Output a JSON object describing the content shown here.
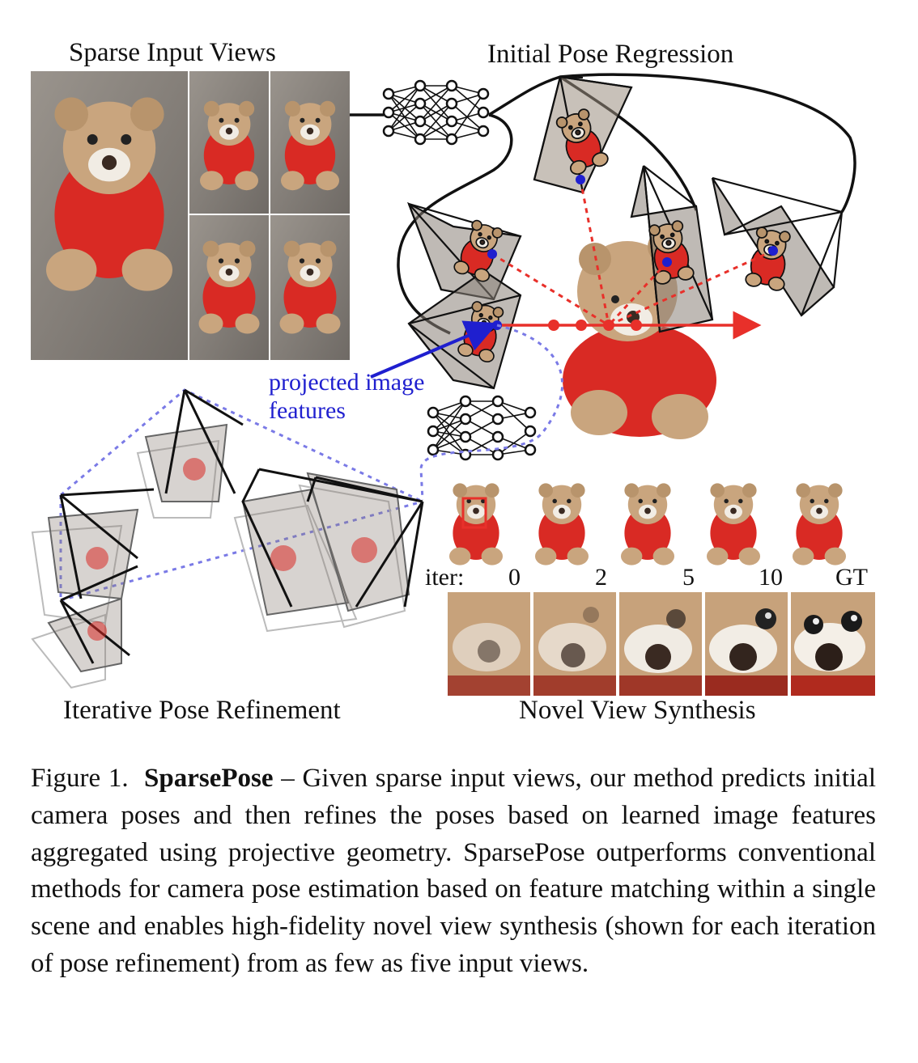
{
  "labels": {
    "sparse_input_views": "Sparse Input Views",
    "initial_pose_regression": "Initial Pose Regression",
    "projected_image": "projected image",
    "features": "features",
    "iterative_pose_refinement": "Iterative Pose Refinement",
    "novel_view_synthesis": "Novel View Synthesis"
  },
  "iterations": {
    "prefix": "iter:",
    "values": [
      "0",
      "2",
      "5",
      "10",
      "GT"
    ]
  },
  "caption": {
    "figure_label": "Figure 1.",
    "method_name": "SparsePose",
    "text": " – Given sparse input views, our method predicts initial camera poses and then refines the poses based on learned image features aggregated using projective geometry. SparsePose outperforms conventional methods for camera pose estimation based on feature matching within a single scene and enables high-fidelity novel view synthesis (shown for each iteration of pose refinement) from as few as five input views."
  },
  "colors": {
    "ray": "#e8302a",
    "projection": "#1f1fcf",
    "refine_dash": "#7a7ae6",
    "shirt": "#d92a24",
    "fur": "#c9a57e",
    "floor": "#8f8a84"
  }
}
